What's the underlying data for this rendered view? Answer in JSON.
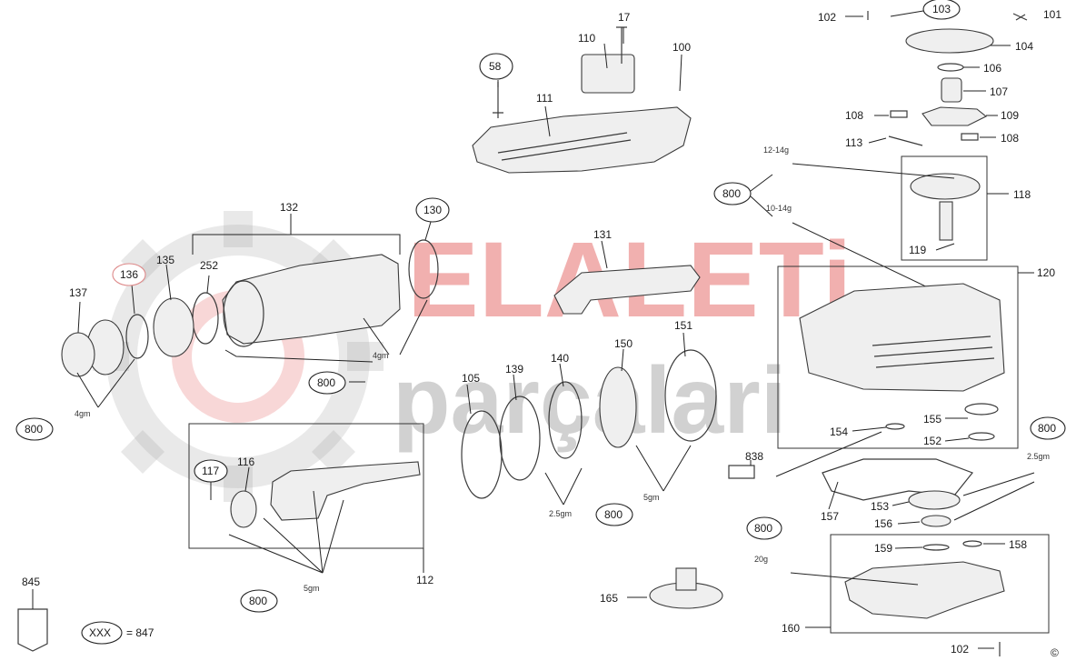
{
  "watermark": {
    "line1": "ELALETi",
    "line2": "parçalari",
    "accent": "#e6706f",
    "gear_color": "#9a9a9a"
  },
  "labels": {
    "l17": "17",
    "l58": "58",
    "l100": "100",
    "l101": "101",
    "l102a": "102",
    "l102b": "102",
    "l103": "103",
    "l104": "104",
    "l105": "105",
    "l106": "106",
    "l107": "107",
    "l108a": "108",
    "l108b": "108",
    "l109": "109",
    "l110": "110",
    "l111": "111",
    "l112": "112",
    "l113": "113",
    "l116": "116",
    "l117": "117",
    "l118": "118",
    "l119": "119",
    "l120": "120",
    "l130": "130",
    "l131": "131",
    "l132": "132",
    "l135": "135",
    "l136": "136",
    "l137": "137",
    "l139": "139",
    "l140": "140",
    "l150": "150",
    "l151": "151",
    "l152": "152",
    "l153": "153",
    "l154": "154",
    "l155": "155",
    "l156": "156",
    "l157": "157",
    "l158": "158",
    "l159": "159",
    "l160": "160",
    "l165": "165",
    "l252": "252",
    "l838": "838",
    "l845": "845",
    "o800a": "800",
    "o800b": "800",
    "o800c": "800",
    "o800d": "800",
    "o800e": "800",
    "o800f": "800",
    "o800g": "800"
  },
  "grease": {
    "g1": "4gm",
    "g2": "4gm",
    "g3": "5gm",
    "g4": "2.5gm",
    "g5": "5gm",
    "g6": "2.5gm",
    "g7": "20g",
    "g8": "12-14g",
    "g9": "10-14g"
  },
  "legend": {
    "symbol": "XXX",
    "equals": "= 847"
  },
  "copyright": "©"
}
